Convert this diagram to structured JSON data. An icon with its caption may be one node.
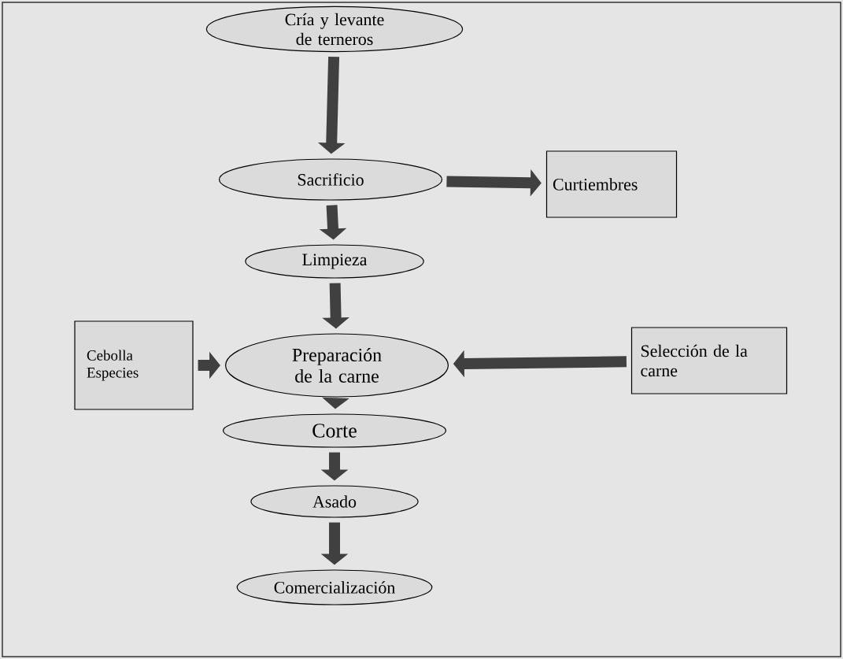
{
  "diagram": {
    "nodes": [
      {
        "text": [
          "Cría y levante de terneros"
        ]
      },
      {
        "text": [
          "Sacrificio"
        ]
      },
      {
        "text": [
          "Curtiembres"
        ]
      },
      {
        "text": [
          "Limpieza"
        ]
      },
      {
        "text": [
          "Cebolla Especies"
        ]
      },
      {
        "text": [
          "Preparación de la carne"
        ]
      },
      {
        "text": [
          "Selección de la carne"
        ]
      },
      {
        "text": [
          "Corte"
        ]
      },
      {
        "text": [
          "Asado"
        ]
      },
      {
        "text": [
          "Comercialización"
        ]
      }
    ],
    "edges": [
      {
        "from": 0,
        "to": 1,
        "arrow": "to"
      },
      {
        "from": 1,
        "to": 2,
        "arrow": "to"
      },
      {
        "from": 1,
        "to": 3,
        "arrow": "to"
      },
      {
        "from": 3,
        "to": 5,
        "arrow": "to"
      },
      {
        "from": 4,
        "to": 5,
        "arrow": "to"
      },
      {
        "from": 6,
        "to": 5,
        "arrow": "to"
      },
      {
        "from": 5,
        "to": 7,
        "arrow": "to"
      },
      {
        "from": 7,
        "to": 8,
        "arrow": "to"
      },
      {
        "from": 8,
        "to": 9,
        "arrow": "to"
      }
    ]
  }
}
